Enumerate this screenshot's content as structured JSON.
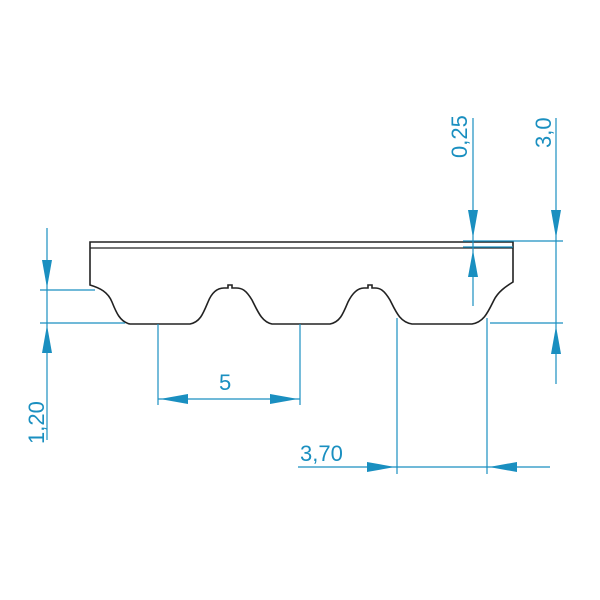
{
  "drawing": {
    "dimensions": {
      "pitch": "5",
      "tooth_width": "3,70",
      "tooth_height": "1,20",
      "land_thickness": "0,25",
      "total_thickness": "3,0"
    },
    "colors": {
      "dimension": "#1a8fc0",
      "outline": "#222222",
      "background": "#ffffff"
    }
  }
}
